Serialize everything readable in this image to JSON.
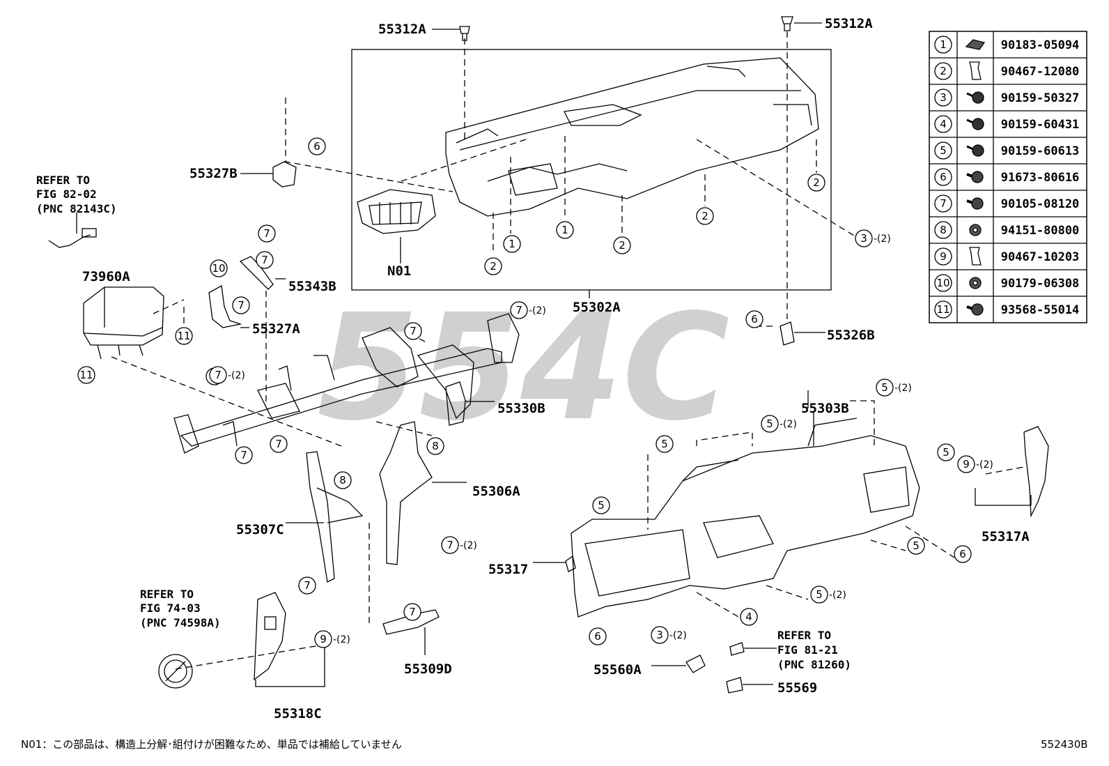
{
  "watermark": "554C",
  "figure_code": "552430B",
  "footnote": "N01：この部品は、構造上分解･組付けが困難なため、単品では補給していません",
  "parts": {
    "p55312A_left": "55312A",
    "p55312A_right": "55312A",
    "p55327B": "55327B",
    "p55302A": "55302A",
    "pN01": "N01",
    "p73960A": "73960A",
    "p55343B": "55343B",
    "p55327A": "55327A",
    "p55326B": "55326B",
    "p55330B": "55330B",
    "p55303B": "55303B",
    "p55306A": "55306A",
    "p55307C": "55307C",
    "p55317": "55317",
    "p55317A": "55317A",
    "p55309D": "55309D",
    "p55318C": "55318C",
    "p55560A": "55560A",
    "p55569": "55569"
  },
  "refer_82": {
    "l1": "REFER TO",
    "l2": "FIG 82-02",
    "l3": "(PNC 82143C)"
  },
  "refer_74": {
    "l1": "REFER TO",
    "l2": "FIG 74-03",
    "l3": "(PNC 74598A)"
  },
  "refer_81": {
    "l1": "REFER TO",
    "l2": "FIG 81-21",
    "l3": "(PNC 81260)"
  },
  "callouts": [
    {
      "n": "6"
    },
    {
      "n": "2"
    },
    {
      "n": "1"
    },
    {
      "n": "1"
    },
    {
      "n": "2"
    },
    {
      "n": "2"
    },
    {
      "n": "2"
    },
    {
      "n": "3",
      "q": "-(2)"
    },
    {
      "n": "7"
    },
    {
      "n": "7"
    },
    {
      "n": "10"
    },
    {
      "n": "7"
    },
    {
      "n": "11"
    },
    {
      "n": "11"
    },
    {
      "n": "7"
    },
    {
      "n": "7",
      "q": "-(2)"
    },
    {
      "n": "6"
    },
    {
      "n": "7",
      "q": "-(2)"
    },
    {
      "n": "7"
    },
    {
      "n": "7"
    },
    {
      "n": "8"
    },
    {
      "n": "8"
    },
    {
      "n": "5",
      "q": "-(2)"
    },
    {
      "n": "5",
      "q": "-(2)"
    },
    {
      "n": "5"
    },
    {
      "n": "5"
    },
    {
      "n": "5"
    },
    {
      "n": "9",
      "q": "-(2)"
    },
    {
      "n": "7",
      "q": "-(2)"
    },
    {
      "n": "7"
    },
    {
      "n": "7"
    },
    {
      "n": "7"
    },
    {
      "n": "5"
    },
    {
      "n": "6"
    },
    {
      "n": "5",
      "q": "-(2)"
    },
    {
      "n": "4"
    },
    {
      "n": "6"
    },
    {
      "n": "3",
      "q": "-(2)"
    },
    {
      "n": "9",
      "q": "-(2)"
    }
  ],
  "table": [
    {
      "n": "1",
      "part": "90183-05094",
      "icon": "clip-icon"
    },
    {
      "n": "2",
      "part": "90467-12080",
      "icon": "push-clip-icon"
    },
    {
      "n": "3",
      "part": "90159-50327",
      "icon": "screw-icon"
    },
    {
      "n": "4",
      "part": "90159-60431",
      "icon": "screw-icon"
    },
    {
      "n": "5",
      "part": "90159-60613",
      "icon": "screw-icon"
    },
    {
      "n": "6",
      "part": "91673-80616",
      "icon": "bolt-icon"
    },
    {
      "n": "7",
      "part": "90105-08120",
      "icon": "bolt-icon"
    },
    {
      "n": "8",
      "part": "94151-80800",
      "icon": "nut-icon"
    },
    {
      "n": "9",
      "part": "90467-10203",
      "icon": "push-clip-icon"
    },
    {
      "n": "10",
      "part": "90179-06308",
      "icon": "nut-icon"
    },
    {
      "n": "11",
      "part": "93568-55014",
      "icon": "bolt-icon"
    }
  ]
}
